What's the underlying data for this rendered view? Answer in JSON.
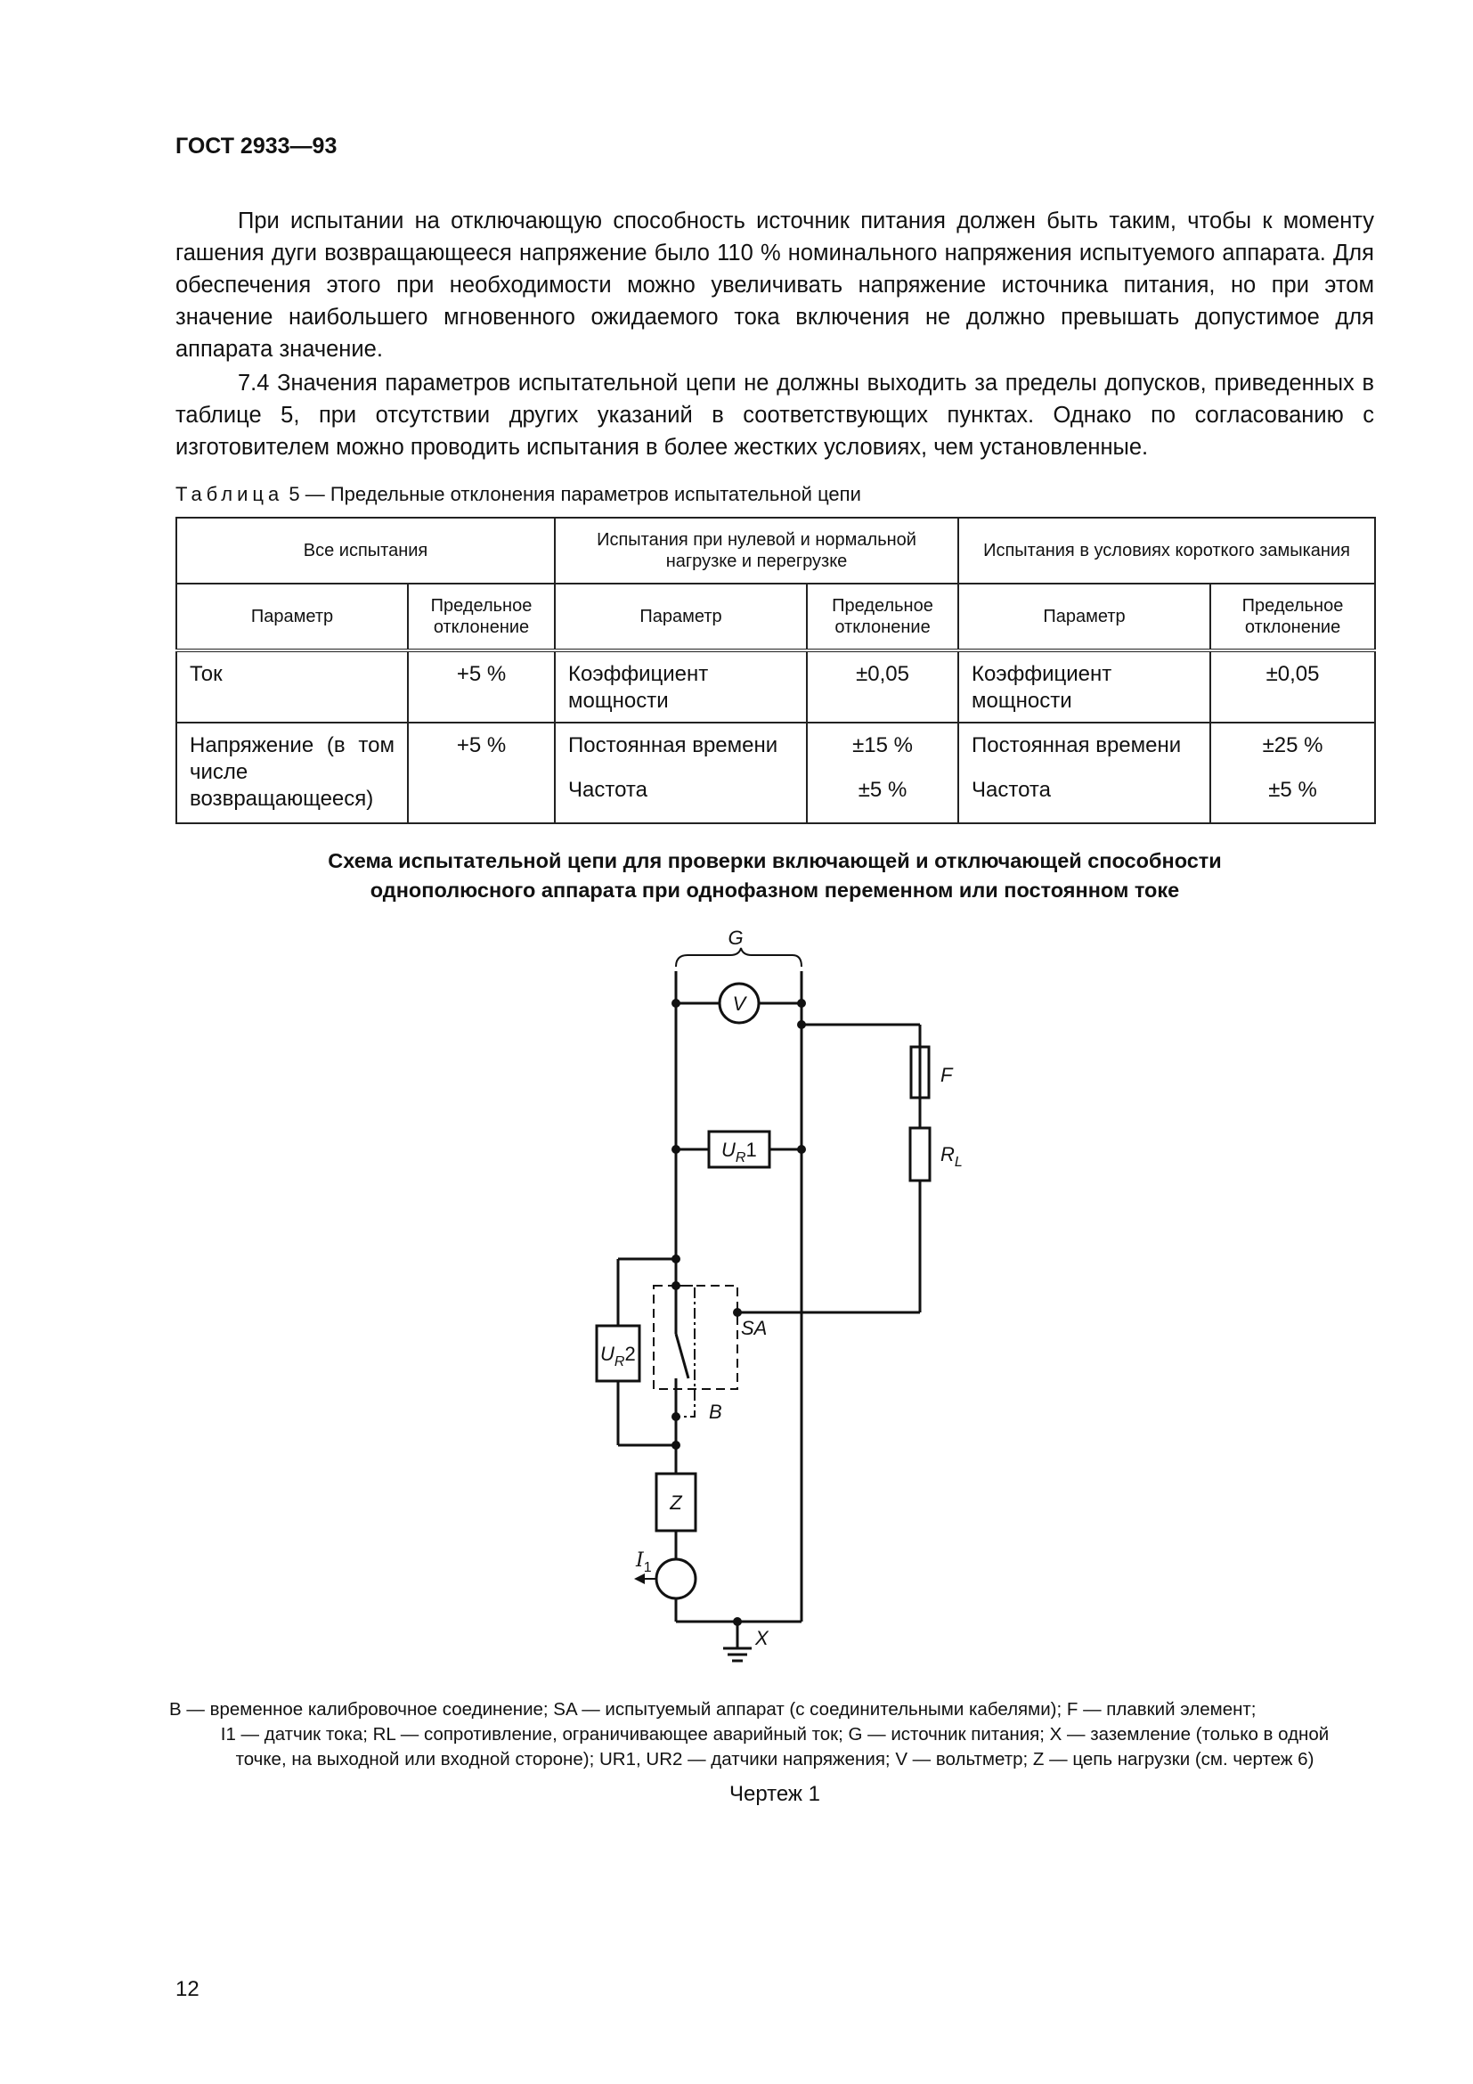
{
  "header": {
    "standard": "ГОСТ 2933—93"
  },
  "paragraphs": {
    "p1": "При испытании на отключающую способность источник питания должен быть таким, чтобы к моменту гашения дуги возвращающееся напряжение было 110 % номинального напряжения испытуемого аппарата. Для обеспечения этого при необходимости можно увеличивать напряжение источника питания, но при этом значение наибольшего мгновенного ожидаемого тока включения не должно превышать допустимое для аппарата значение.",
    "p2": "7.4 Значения параметров испытательной цепи не должны выходить за пределы допусков, приведенных в таблице 5, при отсутствии других указаний в соответствующих пунктах. Однако по согласованию с изготовителем можно проводить испытания в более жестких условиях, чем установленные."
  },
  "table": {
    "caption_word": "Таблица",
    "caption_rest": " 5 — Предельные отклонения параметров испытательной цепи",
    "groups": [
      "Все испытания",
      "Испытания при нулевой и нормальной нагрузке и перегрузке",
      "Испытания в условиях короткого замыкания"
    ],
    "col_param": "Параметр",
    "col_dev": "Предельное отклонение",
    "rows": [
      {
        "all_param": "Ток",
        "all_dev": "+5 %",
        "load_param": "Коэффициент мощности",
        "load_dev": "±0,05",
        "sc_param": "Коэффициент мощности",
        "sc_dev": "±0,05"
      },
      {
        "all_param": "Напряжение (в том числе возвращающееся)",
        "all_dev": "+5 %",
        "load_param_1": "Постоянная времени",
        "load_dev_1": "±15 %",
        "load_param_2": "Частота",
        "load_dev_2": "±5 %",
        "sc_param_1": "Постоянная времени",
        "sc_dev_1": "±25 %",
        "sc_param_2": "Частота",
        "sc_dev_2": "±5 %"
      }
    ]
  },
  "scheme": {
    "title_line1": "Схема испытательной цепи для проверки включающей и отключающей способности",
    "title_line2": "однополюсного аппарата при однофазном переменном или постоянном токе",
    "labels": {
      "G": "G",
      "V": "V",
      "F": "F",
      "R": "R",
      "L": "L",
      "U": "U",
      "R_sub": "R",
      "n1": "1",
      "n2": "2",
      "SA": "SA",
      "B": "B",
      "Z": "Z",
      "I": "I",
      "I_sub": "1",
      "X": "X"
    }
  },
  "legend": {
    "line1": "B — временное калибровочное соединение; SA — испытуемый аппарат (с соединительными кабелями); F — плавкий элемент;",
    "line2": "I1 — датчик тока; RL — сопротивление, ограничивающее аварийный ток; G — источник питания; X — заземление (только в одной",
    "line3": "точке, на выходной или входной стороне); UR1, UR2 — датчики напряжения; V — вольтметр; Z — цепь нагрузки (см. чертеж 6)"
  },
  "figure_caption": "Чертеж 1",
  "page_number": "12"
}
